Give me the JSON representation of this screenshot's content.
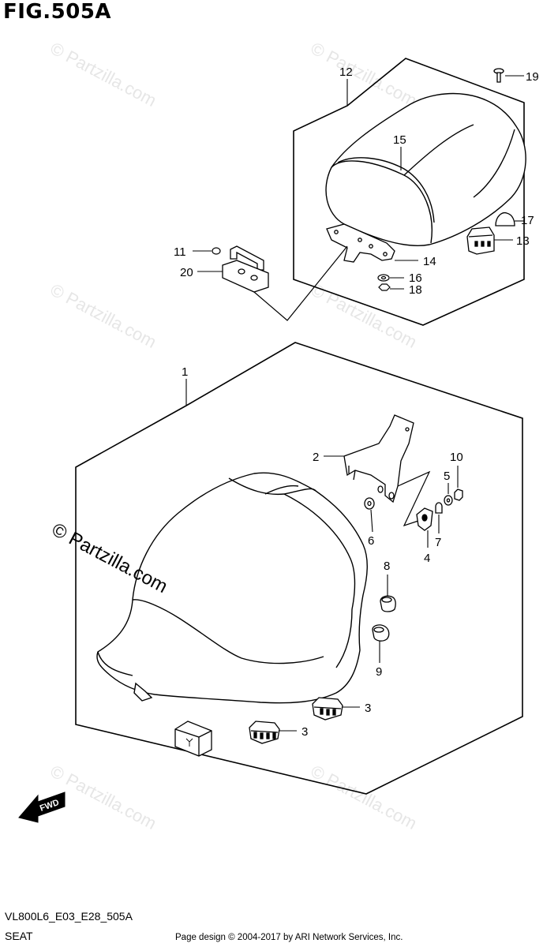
{
  "figure": {
    "title": "FIG.505A",
    "code": "VL800L6_E03_E28_505A",
    "caption": "SEAT",
    "credit": "Page design © 2004-2017 by ARI Network Services, Inc."
  },
  "watermark": {
    "text": "© Partzilla.com",
    "main_text": "© Partzilla.com"
  },
  "fwd_arrow": {
    "label": "FWD"
  },
  "callouts": {
    "c1": "1",
    "c2": "2",
    "c3a": "3",
    "c3b": "3",
    "c4": "4",
    "c5": "5",
    "c6": "6",
    "c7": "7",
    "c8": "8",
    "c9": "9",
    "c10": "10",
    "c11": "11",
    "c12": "12",
    "c13": "13",
    "c14": "14",
    "c15": "15",
    "c16": "16",
    "c17": "17",
    "c18": "18",
    "c19": "19",
    "c20": "20"
  }
}
